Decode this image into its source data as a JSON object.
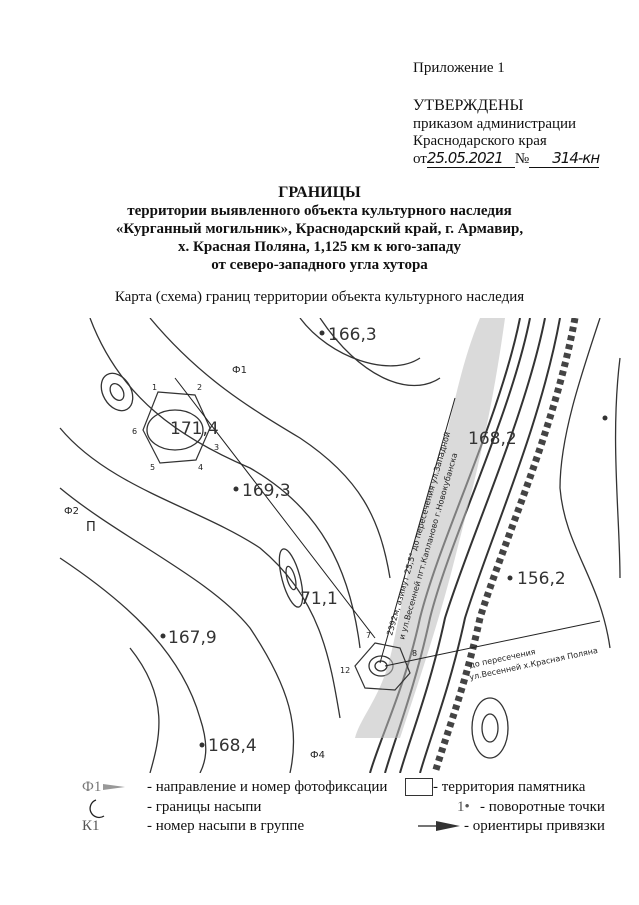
{
  "annex": "Приложение 1",
  "approval": {
    "heading": "УТВЕРЖДЕНЫ",
    "line1": "приказом администрации",
    "line2": "Краснодарского края",
    "date_prefix": "от",
    "date": "25.05.2021",
    "number_prefix": "№",
    "number": "314-кн"
  },
  "title": {
    "line1": "ГРАНИЦЫ",
    "line2": "территории выявленного объекта культурного наследия",
    "line3": "«Курганный могильник», Краснодарский край, г. Армавир,",
    "line4": "х. Красная Поляна, 1,125 км к юго-западу",
    "line5": "от северо-западного угла хутора"
  },
  "map_caption": "Карта (схема) границ территории объекта культурного наследия",
  "map": {
    "elevations": [
      "166,3",
      "171,4",
      "169,3",
      "71,1",
      "167,9",
      "168,4",
      "168,2",
      "156,2"
    ],
    "photo_points": [
      "Ф1",
      "Ф2",
      "Ф4"
    ],
    "marks": [
      "П"
    ],
    "turning_points": [
      "1",
      "2",
      "3",
      "4",
      "5",
      "6",
      "7",
      "8",
      "12"
    ],
    "bearing_note_1": "2392м, азимут 25,5° до пересечения ул.Западной",
    "bearing_note_1b": "и ул.Весенней пгт.Капланово г.Новокубанска",
    "bearing_note_2": "до пересечения",
    "bearing_note_2b": "ул.Весенней х.Красная Поляна"
  },
  "legend": {
    "photo": {
      "symbol": "Ф1",
      "label": "- направление и номер фотофиксации"
    },
    "mound": {
      "label": "- границы насыпи"
    },
    "number": {
      "symbol": "К1",
      "label": "- номер насыпи в группе"
    },
    "territory": {
      "label": "- территория памятника"
    },
    "points": {
      "symbol": "1•",
      "label": "- поворотные точки"
    },
    "landmarks": {
      "label": "- ориентиры привязки"
    }
  }
}
